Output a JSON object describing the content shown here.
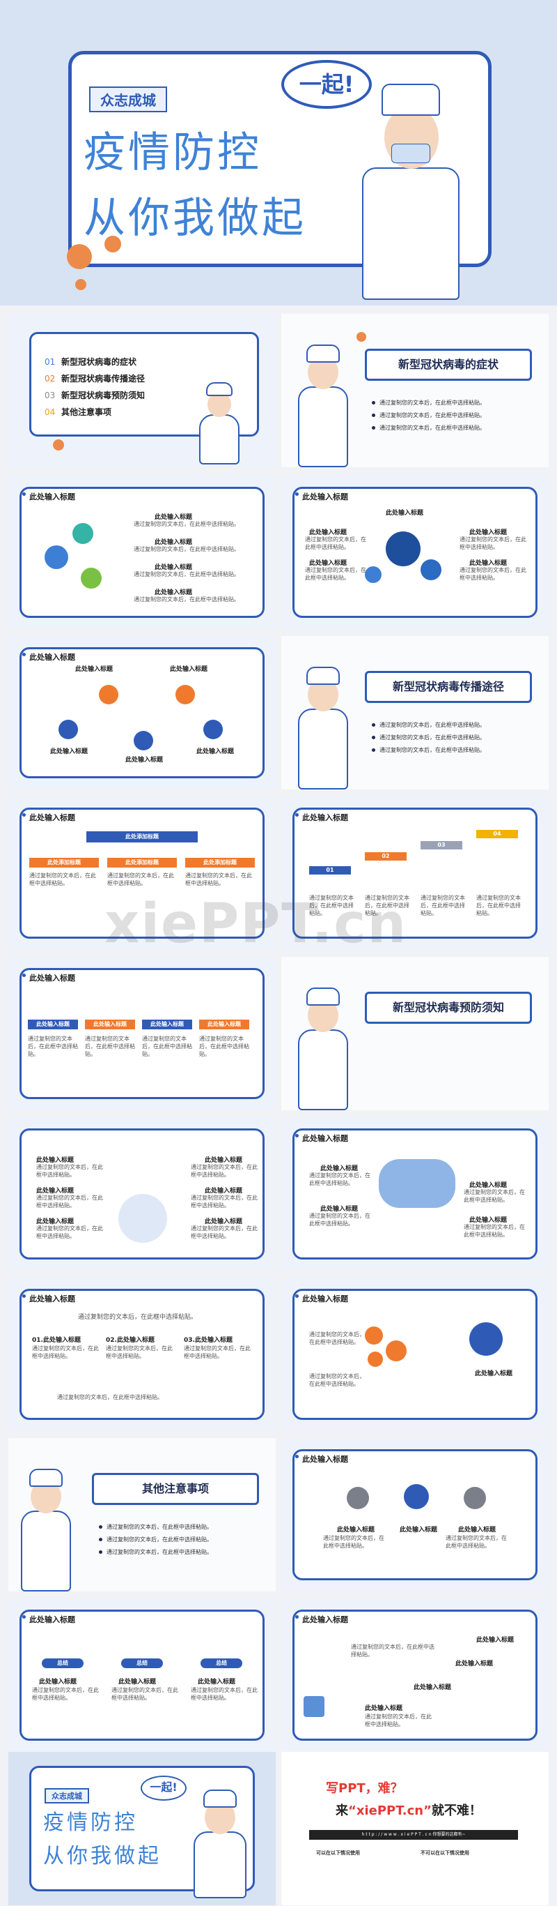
{
  "hero": {
    "tag": "众志成城",
    "title_line1": "疫情防控",
    "title_line2": "从你我做起",
    "bubble": "一起!"
  },
  "toc": {
    "items": [
      {
        "num": "01",
        "label": "新型冠状病毒的症状"
      },
      {
        "num": "02",
        "label": "新型冠状病毒传播途径"
      },
      {
        "num": "03",
        "label": "新型冠状病毒预防须知"
      },
      {
        "num": "04",
        "label": "其他注意事项"
      }
    ]
  },
  "sections": {
    "s1": "新型冠状病毒的症状",
    "s2": "新型冠状病毒传播途径",
    "s3": "新型冠状病毒预防须知",
    "s4": "其他注意事项"
  },
  "common": {
    "slide_title": "此处输入标题",
    "body": "通过复制您的文本后，在此框中选择粘贴。",
    "body_short": "通过复制您的文本后，在此框中选择粘贴。",
    "label": "此处输入标题",
    "add_title": "此处添加标题",
    "click": "此处输入标题",
    "hint": "通过复制您的文本后，在此框中选择粘贴。"
  },
  "numbered": {
    "n01": "01.此处输入标题",
    "n02": "02.此处输入标题",
    "n03": "03.此处输入标题",
    "steps": [
      "01",
      "02",
      "03",
      "04"
    ]
  },
  "badge": "总结",
  "promo": {
    "line1_a": "写PPT，难？",
    "line2_a": "来",
    "line2_b": "“xiePPT.cn”",
    "line2_c": "就不难！",
    "bar": "h t t p : / / w w w . x i e P P T . c n    你想要的这都有~",
    "col1": "可以在以下情况使用",
    "col2": "不可以在以下情况使用"
  },
  "watermark": "xiePPT.cn",
  "colors": {
    "brand_blue": "#2f5bb7",
    "accent_orange": "#ef7a2d",
    "light_blue": "#3f82d6"
  }
}
